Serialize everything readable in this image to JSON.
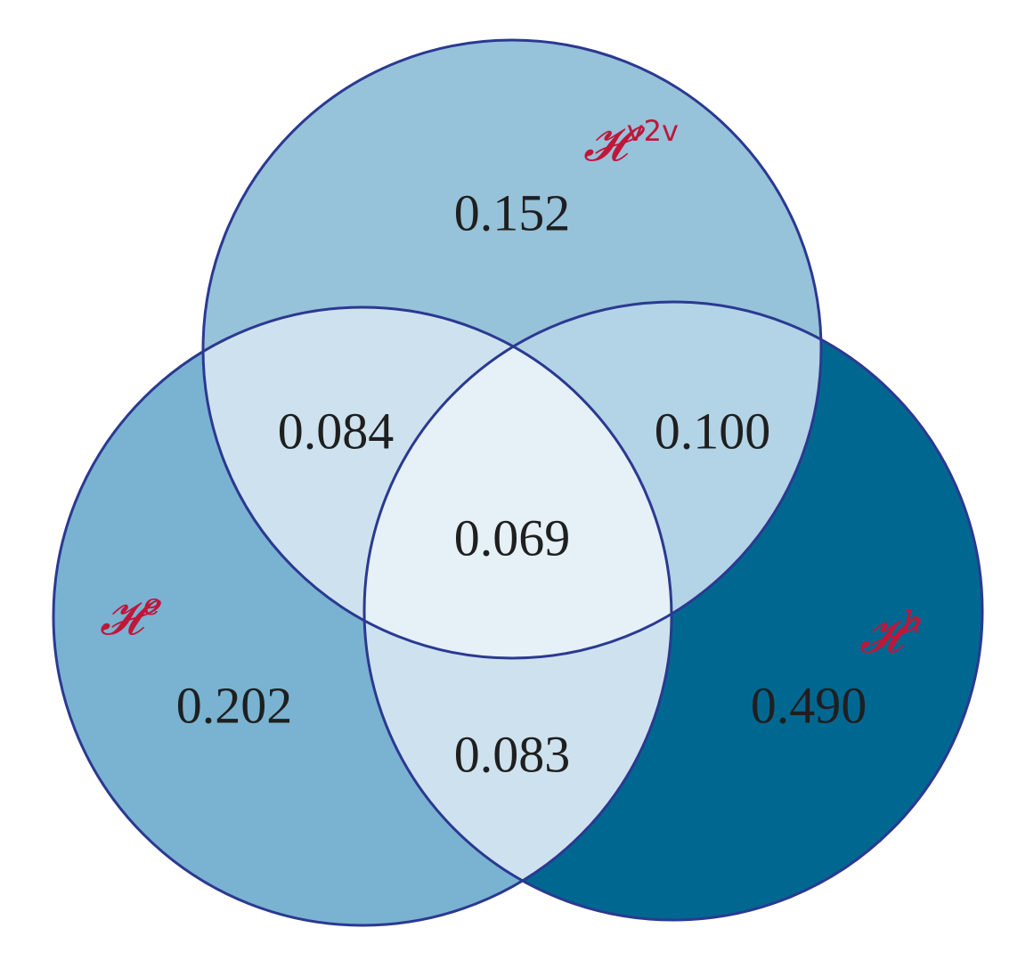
{
  "colors": {
    "v2v_only": "#96c2da",
    "e_only": "#79b3d1",
    "h_only": "#006791",
    "pair_v2v_e": "#cde2ee",
    "pair_v2v_h": "#b3d3e6",
    "pair_e_h": "#cde2ee",
    "center": "#e5f0f7",
    "stroke": "#2b3991",
    "label": "#c0163a",
    "value_text": "#1f1f1f"
  },
  "sets": {
    "v2v": {
      "symbol": "𝓗",
      "superscript": "v2v"
    },
    "e": {
      "symbol": "𝓗",
      "superscript": "e"
    },
    "h": {
      "symbol": "𝓗",
      "superscript": "h"
    }
  },
  "regions": {
    "v2v_only": "0.152",
    "e_only": "0.202",
    "h_only": "0.490",
    "v2v_e": "0.084",
    "v2v_h": "0.100",
    "e_h": "0.083",
    "all": "0.069"
  }
}
